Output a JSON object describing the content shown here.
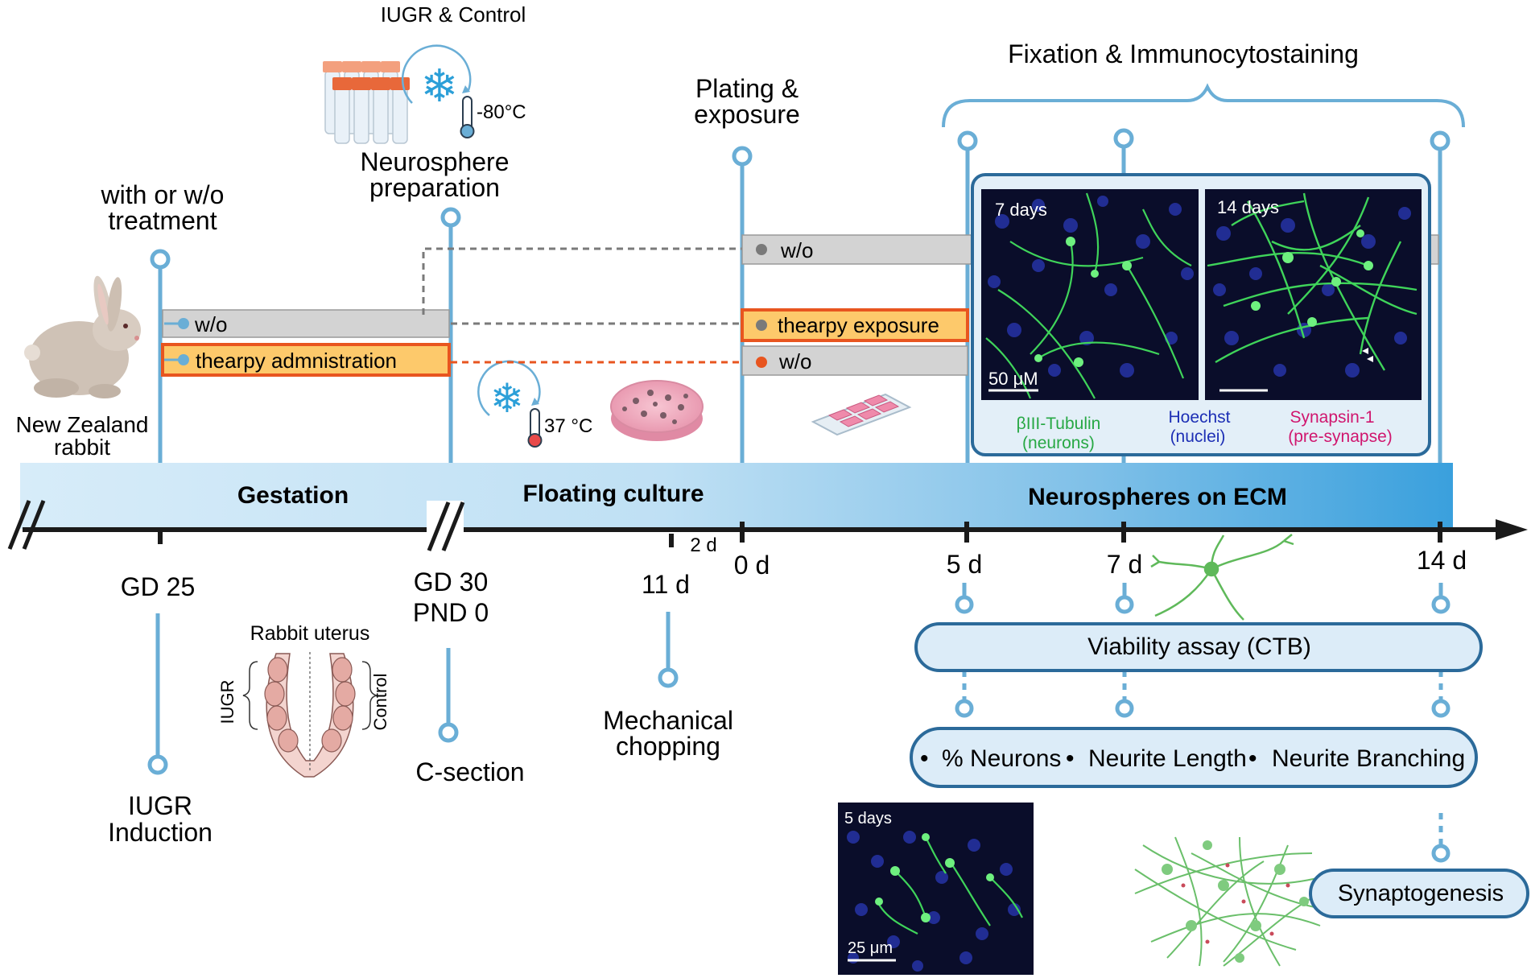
{
  "colors": {
    "blue_line": "#6aaed6",
    "bar_gray": "#d3d3d3",
    "bar_orange_fill": "#fdc96b",
    "bar_orange_border": "#e8551f",
    "timeline": "#1a1a1a",
    "band_light": "#cfe7f6",
    "band_dark": "#3aa0dd",
    "tubulin": "#27a844",
    "hoechst": "#1d2fb5",
    "synapsin": "#d0166e",
    "panel_bg": "#e3eff8",
    "panel_border": "#2b6a9a"
  },
  "header": {
    "iugr_control": "IUGR & Control",
    "fixation": "Fixation & Immunocytostaining",
    "temp_cold": "-80°C",
    "temp_warm": "37 °C"
  },
  "steps": {
    "treatment": [
      "with or w/o",
      "treatment"
    ],
    "neurosphere_prep": [
      "Neurosphere",
      "preparation"
    ],
    "plating": [
      "Plating &",
      "exposure"
    ],
    "rabbit": [
      "New Zealand",
      "rabbit"
    ],
    "uterus": "Rabbit uterus",
    "uterus_iugr": "IUGR",
    "uterus_control": "Control",
    "iugr_induction": [
      "IUGR",
      "Induction"
    ],
    "csection": "C-section",
    "chopping": [
      "Mechanical",
      "chopping"
    ]
  },
  "bars": {
    "wo": "w/o",
    "therapy_admin": "thearpy admnistration",
    "therapy_exposure": "thearpy exposure"
  },
  "phases": {
    "gestation": "Gestation",
    "floating": "Floating culture",
    "ecm": "Neurospheres on ECM"
  },
  "timepoints": {
    "gd25": "GD 25",
    "gd30": "GD 30",
    "pnd0": "PND 0",
    "d11": "11 d",
    "d2": "2 d",
    "d0": "0 d",
    "d5": "5 d",
    "d7": "7 d",
    "d14": "14 d"
  },
  "micrographs": {
    "days7": "7 days",
    "days14": "14 days",
    "days5": "5 days",
    "scale_50": "50 μM",
    "scale_25": "25 μm"
  },
  "legend": {
    "tubulin": [
      "βIII-Tubulin",
      "(neurons)"
    ],
    "hoechst": [
      "Hoechst",
      "(nuclei)"
    ],
    "synapsin": [
      "Synapsin-1",
      "(pre-synapse)"
    ]
  },
  "assays": {
    "viability": "Viability assay (CTB)",
    "bullet": "•",
    "neurons": "% Neurons",
    "neurite_length": "Neurite Length",
    "neurite_branching": "Neurite Branching",
    "synaptogenesis": "Synaptogenesis"
  }
}
